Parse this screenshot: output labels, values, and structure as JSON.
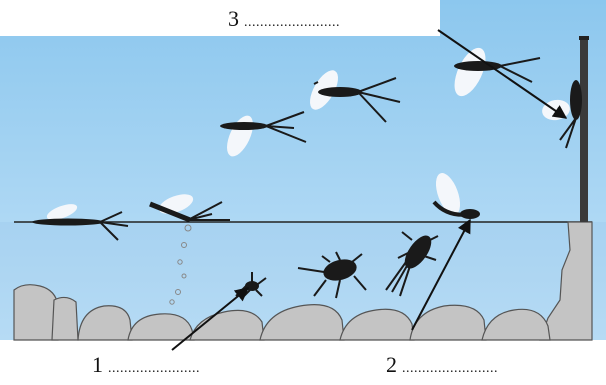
{
  "labels": [
    {
      "id": "3",
      "number": "3",
      "blank": "........................"
    },
    {
      "id": "1",
      "number": "1",
      "blank": "......................."
    },
    {
      "id": "2",
      "number": "2",
      "blank": "........................"
    }
  ],
  "colors": {
    "sky": "#9fd0f0",
    "water": "#a9d3f2",
    "rock": "#c4c4c4",
    "rock_outline": "#555555",
    "insect": "#1a1a1a",
    "wing": "#f4f7fb",
    "arrow": "#111111"
  },
  "icons": [
    "mayfly-adult-icon",
    "mayfly-nymph-icon",
    "bubble-icon",
    "reed-icon",
    "arrow-icon"
  ]
}
